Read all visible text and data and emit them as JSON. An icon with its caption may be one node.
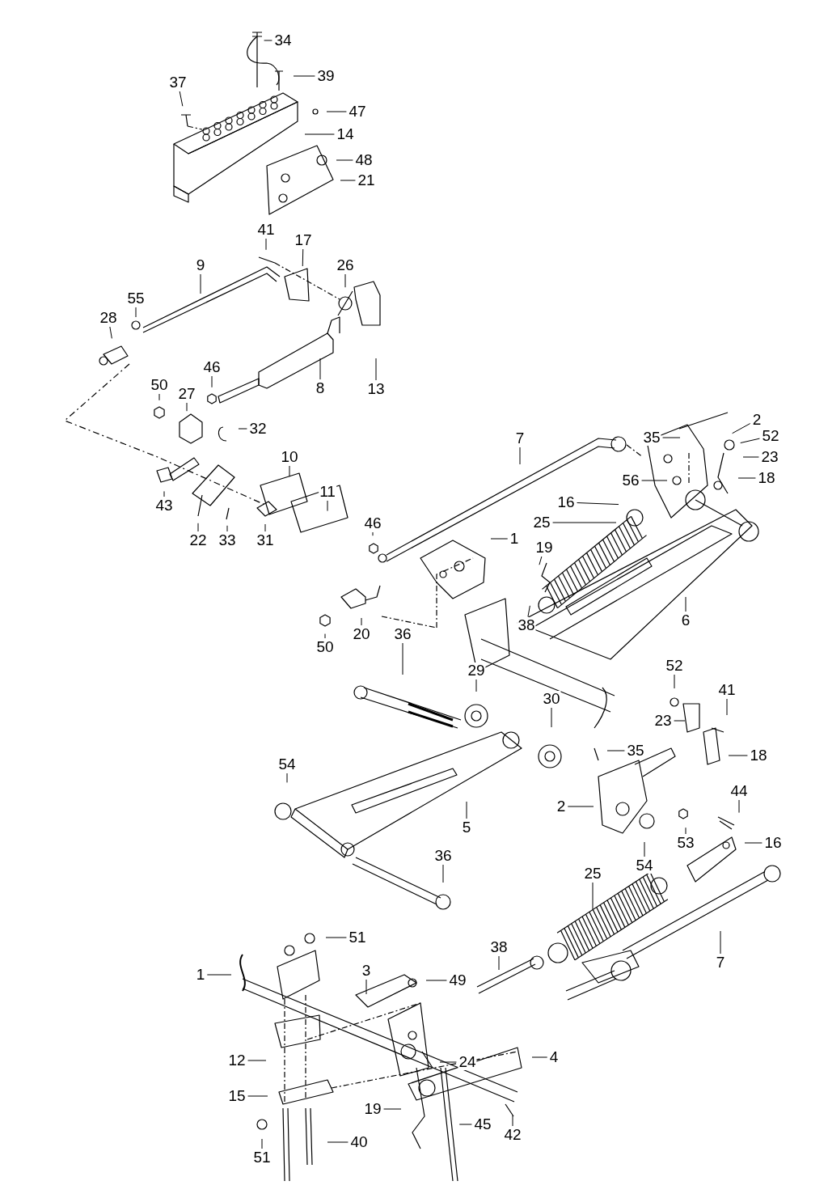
{
  "diagram": {
    "nodes": [
      {
        "text": [
          "34"
        ]
      },
      {
        "text": [
          "39"
        ]
      },
      {
        "text": [
          "37"
        ]
      },
      {
        "text": [
          "47"
        ]
      },
      {
        "text": [
          "14"
        ]
      },
      {
        "text": [
          "48"
        ]
      },
      {
        "text": [
          "21"
        ]
      },
      {
        "text": [
          "41"
        ]
      },
      {
        "text": [
          "17"
        ]
      },
      {
        "text": [
          "26"
        ]
      },
      {
        "text": [
          "9"
        ]
      },
      {
        "text": [
          "55"
        ]
      },
      {
        "text": [
          "28"
        ]
      },
      {
        "text": [
          "46"
        ]
      },
      {
        "text": [
          "27"
        ]
      },
      {
        "text": [
          "50"
        ]
      },
      {
        "text": [
          "8"
        ]
      },
      {
        "text": [
          "13"
        ]
      },
      {
        "text": [
          "32"
        ]
      },
      {
        "text": [
          "7"
        ]
      },
      {
        "text": [
          "35"
        ]
      },
      {
        "text": [
          "2"
        ]
      },
      {
        "text": [
          "52"
        ]
      },
      {
        "text": [
          "23"
        ]
      },
      {
        "text": [
          "18"
        ]
      },
      {
        "text": [
          "56"
        ]
      },
      {
        "text": [
          "16"
        ]
      },
      {
        "text": [
          "25"
        ]
      },
      {
        "text": [
          "10"
        ]
      },
      {
        "text": [
          "43"
        ]
      },
      {
        "text": [
          "11"
        ]
      },
      {
        "text": [
          "1"
        ]
      },
      {
        "text": [
          "19"
        ]
      },
      {
        "text": [
          "22"
        ]
      },
      {
        "text": [
          "33"
        ]
      },
      {
        "text": [
          "31"
        ]
      },
      {
        "text": [
          "46"
        ]
      },
      {
        "text": [
          "6"
        ]
      },
      {
        "text": [
          "50"
        ]
      },
      {
        "text": [
          "20"
        ]
      },
      {
        "text": [
          "38"
        ]
      },
      {
        "text": [
          "36"
        ]
      },
      {
        "text": [
          "29"
        ]
      },
      {
        "text": [
          "52"
        ]
      },
      {
        "text": [
          "41"
        ]
      },
      {
        "text": [
          "30"
        ]
      },
      {
        "text": [
          "23"
        ]
      },
      {
        "text": [
          "35"
        ]
      },
      {
        "text": [
          "18"
        ]
      },
      {
        "text": [
          "54"
        ]
      },
      {
        "text": [
          "2"
        ]
      },
      {
        "text": [
          "5"
        ]
      },
      {
        "text": [
          "44"
        ]
      },
      {
        "text": [
          "53"
        ]
      },
      {
        "text": [
          "16"
        ]
      },
      {
        "text": [
          "54"
        ]
      },
      {
        "text": [
          "36"
        ]
      },
      {
        "text": [
          "25"
        ]
      },
      {
        "text": [
          "38"
        ]
      },
      {
        "text": [
          "51"
        ]
      },
      {
        "text": [
          "7"
        ]
      },
      {
        "text": [
          "1"
        ]
      },
      {
        "text": [
          "3"
        ]
      },
      {
        "text": [
          "49"
        ]
      },
      {
        "text": [
          "24"
        ]
      },
      {
        "text": [
          "4"
        ]
      },
      {
        "text": [
          "12"
        ]
      },
      {
        "text": [
          "15"
        ]
      },
      {
        "text": [
          "19"
        ]
      },
      {
        "text": [
          "45"
        ]
      },
      {
        "text": [
          "42"
        ]
      },
      {
        "text": [
          "40"
        ]
      },
      {
        "text": [
          "51"
        ]
      }
    ],
    "edges": [
      {
        "from": 0,
        "to": null,
        "arrow": "none"
      },
      {
        "from": 1,
        "to": null,
        "arrow": "none"
      },
      {
        "from": 2,
        "to": null,
        "arrow": "none"
      },
      {
        "from": 3,
        "to": null,
        "arrow": "none"
      },
      {
        "from": 4,
        "to": null,
        "arrow": "none"
      },
      {
        "from": 5,
        "to": null,
        "arrow": "none"
      },
      {
        "from": 6,
        "to": null,
        "arrow": "none"
      },
      {
        "from": 7,
        "to": null,
        "arrow": "none"
      },
      {
        "from": 8,
        "to": null,
        "arrow": "none"
      },
      {
        "from": 9,
        "to": null,
        "arrow": "none"
      },
      {
        "from": 10,
        "to": null,
        "arrow": "none"
      },
      {
        "from": 11,
        "to": null,
        "arrow": "none"
      },
      {
        "from": 12,
        "to": null,
        "arrow": "none"
      },
      {
        "from": 13,
        "to": null,
        "arrow": "none"
      },
      {
        "from": 14,
        "to": null,
        "arrow": "none"
      },
      {
        "from": 15,
        "to": null,
        "arrow": "none"
      },
      {
        "from": 16,
        "to": null,
        "arrow": "none"
      },
      {
        "from": 17,
        "to": null,
        "arrow": "none"
      },
      {
        "from": 18,
        "to": null,
        "arrow": "none"
      },
      {
        "from": 19,
        "to": null,
        "arrow": "none"
      },
      {
        "from": 20,
        "to": null,
        "arrow": "none"
      },
      {
        "from": 21,
        "to": null,
        "arrow": "none"
      },
      {
        "from": 22,
        "to": null,
        "arrow": "none"
      },
      {
        "from": 23,
        "to": null,
        "arrow": "none"
      },
      {
        "from": 24,
        "to": null,
        "arrow": "none"
      },
      {
        "from": 25,
        "to": null,
        "arrow": "none"
      },
      {
        "from": 26,
        "to": null,
        "arrow": "none"
      },
      {
        "from": 27,
        "to": null,
        "arrow": "none"
      },
      {
        "from": 28,
        "to": null,
        "arrow": "none"
      },
      {
        "from": 29,
        "to": null,
        "arrow": "none"
      },
      {
        "from": 30,
        "to": null,
        "arrow": "none"
      },
      {
        "from": 31,
        "to": null,
        "arrow": "none"
      },
      {
        "from": 32,
        "to": null,
        "arrow": "none"
      },
      {
        "from": 33,
        "to": null,
        "arrow": "none"
      },
      {
        "from": 34,
        "to": null,
        "arrow": "none"
      },
      {
        "from": 35,
        "to": null,
        "arrow": "none"
      },
      {
        "from": 36,
        "to": null,
        "arrow": "none"
      },
      {
        "from": 37,
        "to": null,
        "arrow": "none"
      },
      {
        "from": 38,
        "to": null,
        "arrow": "none"
      },
      {
        "from": 39,
        "to": null,
        "arrow": "none"
      },
      {
        "from": 40,
        "to": null,
        "arrow": "none"
      },
      {
        "from": 41,
        "to": null,
        "arrow": "none"
      },
      {
        "from": 42,
        "to": null,
        "arrow": "none"
      },
      {
        "from": 43,
        "to": null,
        "arrow": "none"
      },
      {
        "from": 44,
        "to": null,
        "arrow": "none"
      },
      {
        "from": 45,
        "to": null,
        "arrow": "none"
      },
      {
        "from": 46,
        "to": null,
        "arrow": "none"
      },
      {
        "from": 47,
        "to": null,
        "arrow": "none"
      },
      {
        "from": 48,
        "to": null,
        "arrow": "none"
      },
      {
        "from": 49,
        "to": null,
        "arrow": "none"
      },
      {
        "from": 50,
        "to": null,
        "arrow": "none"
      },
      {
        "from": 51,
        "to": null,
        "arrow": "none"
      },
      {
        "from": 52,
        "to": null,
        "arrow": "none"
      },
      {
        "from": 53,
        "to": null,
        "arrow": "none"
      },
      {
        "from": 54,
        "to": null,
        "arrow": "none"
      },
      {
        "from": 55,
        "to": null,
        "arrow": "none"
      },
      {
        "from": 56,
        "to": null,
        "arrow": "none"
      },
      {
        "from": 57,
        "to": null,
        "arrow": "none"
      },
      {
        "from": 58,
        "to": null,
        "arrow": "none"
      },
      {
        "from": 59,
        "to": null,
        "arrow": "none"
      },
      {
        "from": 60,
        "to": null,
        "arrow": "none"
      },
      {
        "from": 61,
        "to": null,
        "arrow": "none"
      },
      {
        "from": 62,
        "to": null,
        "arrow": "none"
      },
      {
        "from": 63,
        "to": null,
        "arrow": "none"
      },
      {
        "from": 64,
        "to": null,
        "arrow": "none"
      },
      {
        "from": 65,
        "to": null,
        "arrow": "none"
      },
      {
        "from": 66,
        "to": null,
        "arrow": "none"
      },
      {
        "from": 67,
        "to": null,
        "arrow": "none"
      },
      {
        "from": 68,
        "to": null,
        "arrow": "none"
      },
      {
        "from": 69,
        "to": null,
        "arrow": "none"
      },
      {
        "from": 70,
        "to": null,
        "arrow": "none"
      },
      {
        "from": 71,
        "to": null,
        "arrow": "none"
      },
      {
        "from": 72,
        "to": null,
        "arrow": "none"
      }
    ]
  }
}
